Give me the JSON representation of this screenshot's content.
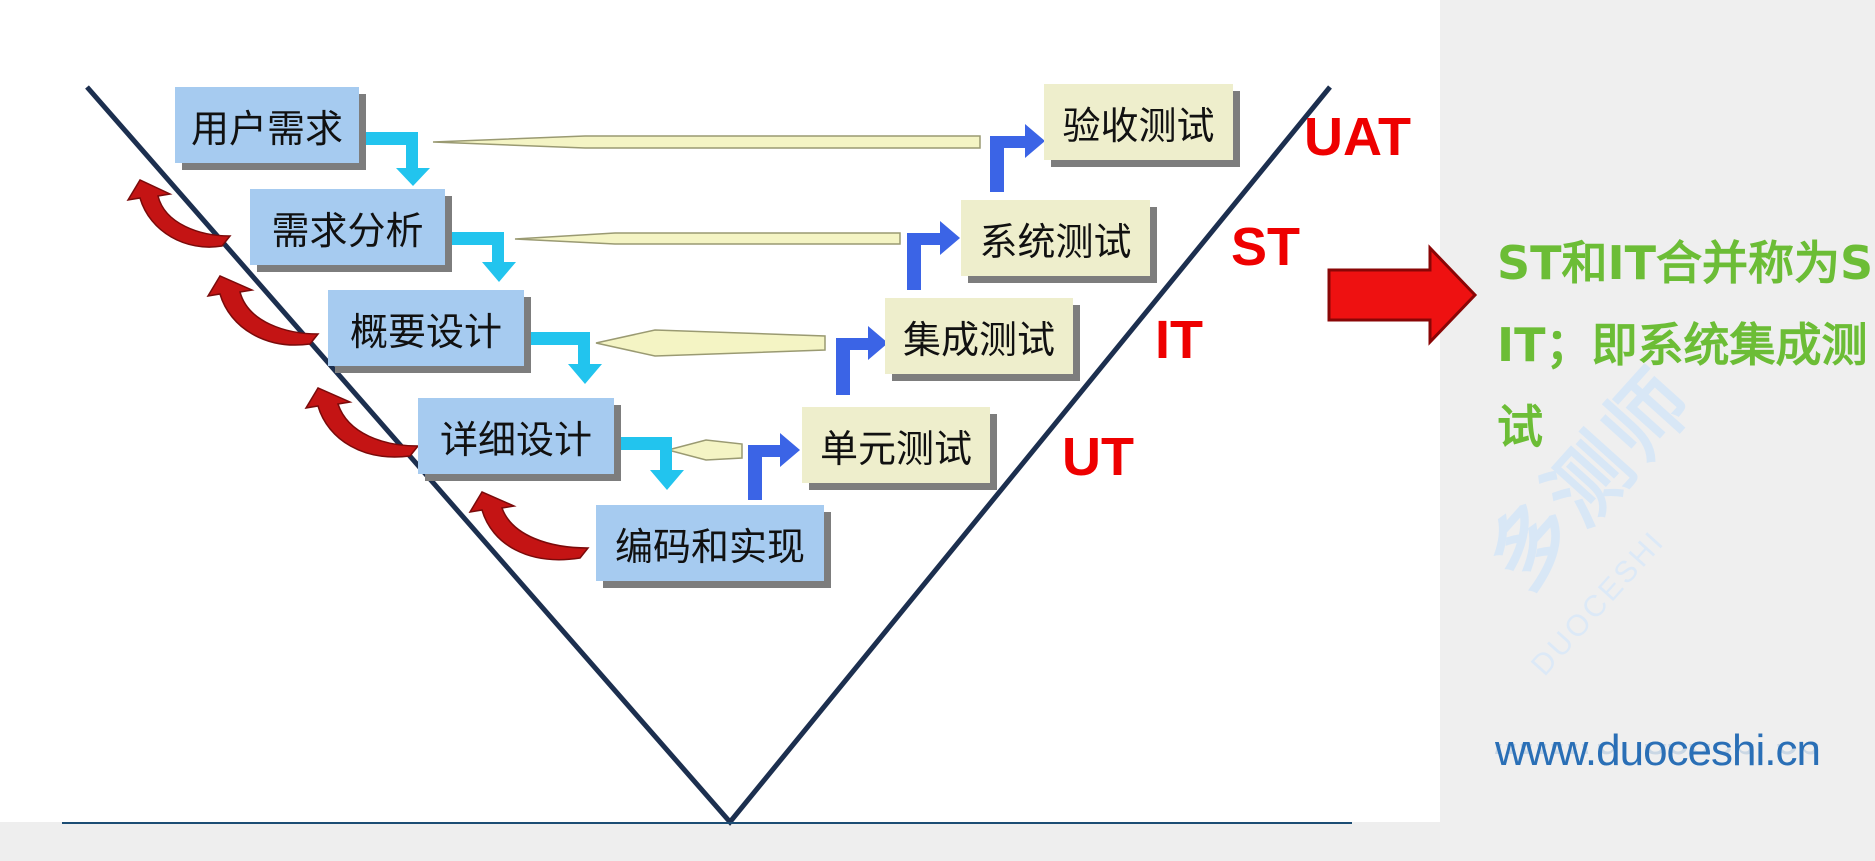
{
  "diagram": {
    "left_boxes": [
      "用户需求",
      "需求分析",
      "概要设计",
      "详细设计",
      "编码和实现"
    ],
    "right_boxes": [
      "验收测试",
      "系统测试",
      "集成测试",
      "单元测试"
    ],
    "levels": [
      "UAT",
      "ST",
      "IT",
      "UT"
    ]
  },
  "side_panel": {
    "note": "ST和IT合并称为SIT；即系统集成测试",
    "watermark_cn": "多测师",
    "watermark_en": "DUOCESHI",
    "url": "www.duoceshi.cn"
  },
  "colors": {
    "left_box_fill": "#a6cbf0",
    "right_box_fill": "#eeeecc",
    "v_line": "#1c2f4f",
    "level_label": "#ee0000",
    "note_text": "#6cbd36",
    "big_arrow": "#ee1111",
    "down_arrow": "#22c4ee",
    "up_arrow": "#3b64e6",
    "curve_arrow": "#c41414",
    "feedback_arrow_fill": "#f4f4c4"
  }
}
